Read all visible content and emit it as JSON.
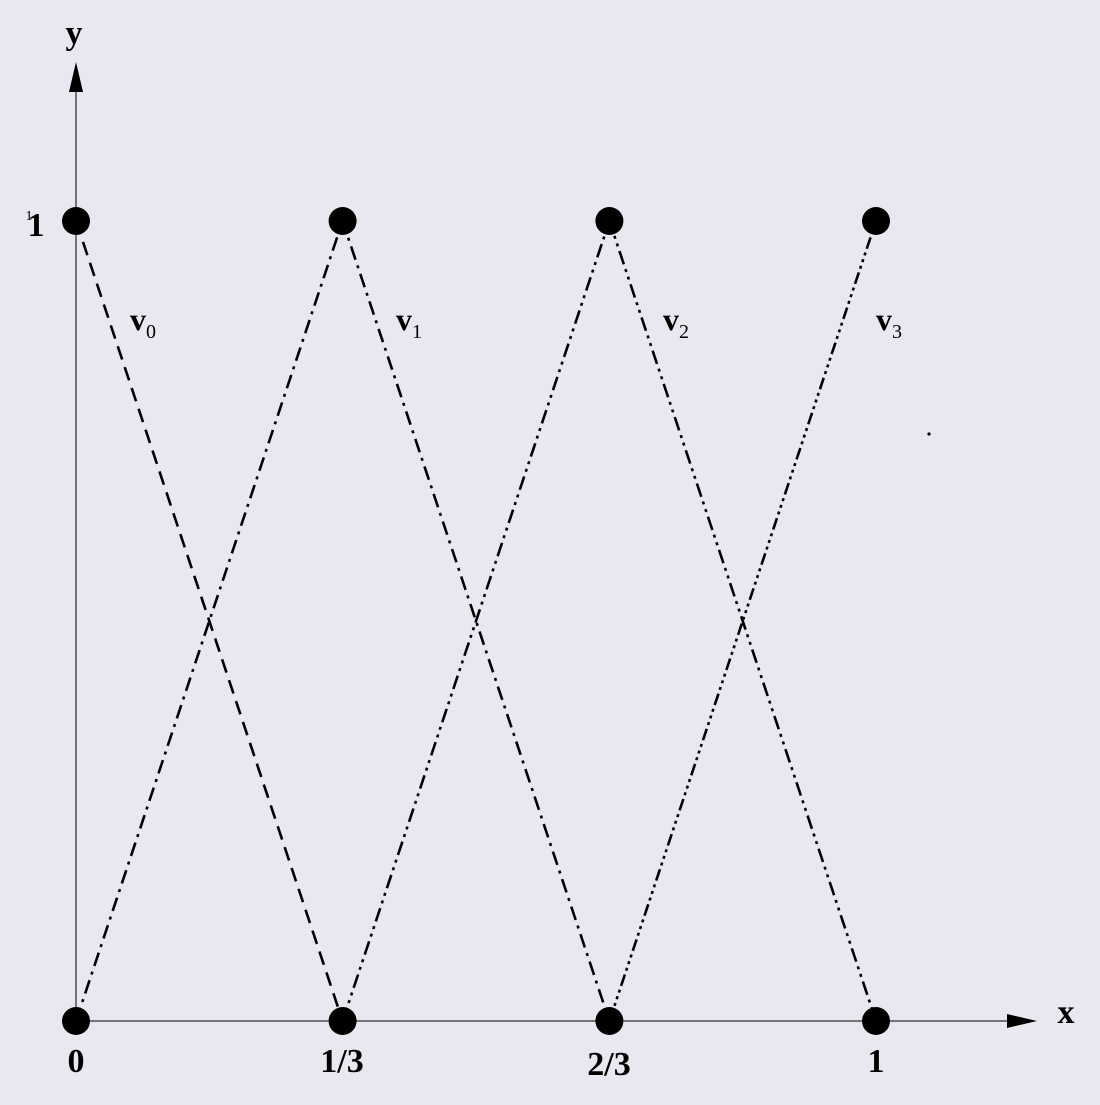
{
  "axes": {
    "x_label": "x",
    "y_label": "y"
  },
  "ticks": {
    "x": [
      "0",
      "1/3",
      "2/3",
      "1"
    ],
    "y_top": "1",
    "y_top_small": "1"
  },
  "functions": [
    {
      "name": "v",
      "sub": "0",
      "peak": 0,
      "nodes": [
        0,
        0.3333
      ],
      "values": [
        1,
        0
      ],
      "dash": "dashed"
    },
    {
      "name": "v",
      "sub": "1",
      "peak": 0.3333,
      "nodes": [
        0,
        0.3333,
        0.6667
      ],
      "values": [
        0,
        1,
        0
      ],
      "dash": "dash-dot"
    },
    {
      "name": "v",
      "sub": "2",
      "peak": 0.6667,
      "nodes": [
        0.3333,
        0.6667,
        1
      ],
      "values": [
        0,
        1,
        0
      ],
      "dash": "dash-dot-dot"
    },
    {
      "name": "v",
      "sub": "3",
      "peak": 1,
      "nodes": [
        0.6667,
        1
      ],
      "values": [
        0,
        1
      ],
      "dash": "dash-dot-dot-dot"
    }
  ],
  "points": [
    {
      "x": 0,
      "y": 0
    },
    {
      "x": 0.3333,
      "y": 0
    },
    {
      "x": 0.6667,
      "y": 0
    },
    {
      "x": 1,
      "y": 0
    },
    {
      "x": 0,
      "y": 1
    },
    {
      "x": 0.3333,
      "y": 1
    },
    {
      "x": 0.6667,
      "y": 1
    },
    {
      "x": 1,
      "y": 1
    }
  ]
}
